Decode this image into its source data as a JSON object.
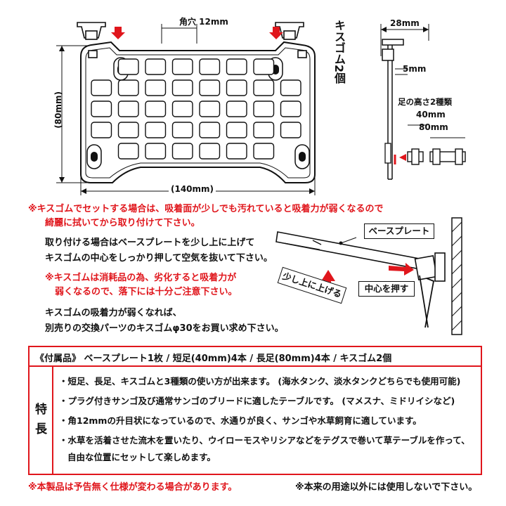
{
  "diagram": {
    "hole_label": "角穴 12mm",
    "height_label": "(80mm)",
    "width_label": "(140mm)",
    "kisugomu_label": "キスゴム2個",
    "side_top_label": "28mm",
    "side_gap_label": "5mm",
    "legs_title": "足の高さ2種類",
    "leg_short_label": "40mm",
    "leg_long_label": "80mm",
    "base_plate_label": "ベースプレート",
    "push_center_label": "中心を押す",
    "lift_label": "少し上に上げる"
  },
  "notes": {
    "warning1_line1": "※キスゴムでセットする場合は、吸着面が少しでも汚れていると吸着力が弱くなるので",
    "warning1_line2": "綺麗に拭いてから取り付けて下さい。",
    "install_line1": "取り付ける場合はベースプレートを少し上に上げて",
    "install_line2": "キスゴムの中心をしっかり押して空気を抜いて下さい。",
    "warning2_line1": "※キスゴムは消耗品の為、劣化すると吸着力が",
    "warning2_line2": "弱くなるので、落下には十分ご注意下さい。",
    "replace_line1": "キスゴムの吸着力が弱くなれば、",
    "replace_line2": "別売りの交換パーツのキスゴムφ30をお買い求め下さい。"
  },
  "specs": {
    "accessories": "《付属品》 ベースプレート1枚 / 短足(40mm)4本 / 長足(80mm)4本 / キスゴム2個",
    "feature_label_1": "特",
    "feature_label_2": "長",
    "features": [
      "・短足、長足、キスゴムと3種類の使い方が出来ます。 (海水タンク、淡水タンクどちらでも使用可能)",
      "・プラグ付きサンゴ及び通常サンゴのブリードに適したテーブルです。 (マメスナ、ミドリイシなど)",
      "・角12mmの升目状になっているので、水通りが良く、サンゴや水草飼育に適しています。",
      "・水草を活着させた流木を置いたり、ウイローモスやリシアなどをテグスで巻いて草テーブルを作って、",
      "自由な位置にセットして楽しめます。"
    ]
  },
  "footer": {
    "left_note": "※本製品は予告無く仕様が変わる場合があります。",
    "right_note": "※本来の用途以外には使用しないで下さい。"
  },
  "colors": {
    "accent_red": "#e0161c",
    "line": "#111111"
  }
}
